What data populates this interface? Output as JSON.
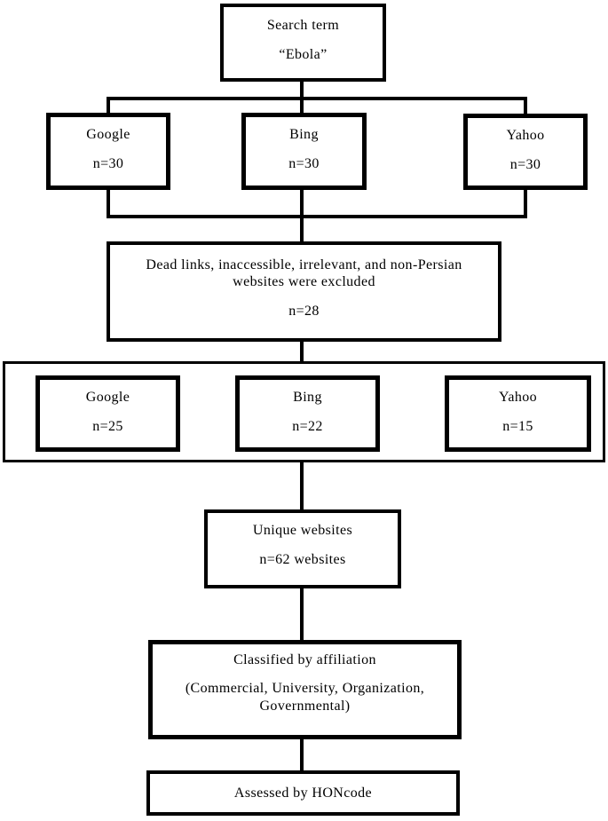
{
  "flow": {
    "search_box": {
      "line1": "Search term",
      "line2": "“Ebola”"
    },
    "row1": [
      {
        "label": "Google",
        "n": "n=30"
      },
      {
        "label": "Bing",
        "n": "n=30"
      },
      {
        "label": "Yahoo",
        "n": "n=30"
      }
    ],
    "excluded": {
      "line1": "Dead links, inaccessible, irrelevant, and non-Persian",
      "line2": "websites were excluded",
      "n": "n=28"
    },
    "row2": [
      {
        "label": "Google",
        "n": "n=25"
      },
      {
        "label": "Bing",
        "n": "n=22"
      },
      {
        "label": "Yahoo",
        "n": "n=15"
      }
    ],
    "unique": {
      "line1": "Unique websites",
      "line2": "n=62 websites"
    },
    "classified": {
      "line1": "Classified by affiliation",
      "line2": "(Commercial, University, Organization,",
      "line3": "Governmental)"
    },
    "assessed": {
      "label": "Assessed by HONcode"
    },
    "colors": {
      "line": "#000000",
      "background": "#ffffff"
    }
  }
}
